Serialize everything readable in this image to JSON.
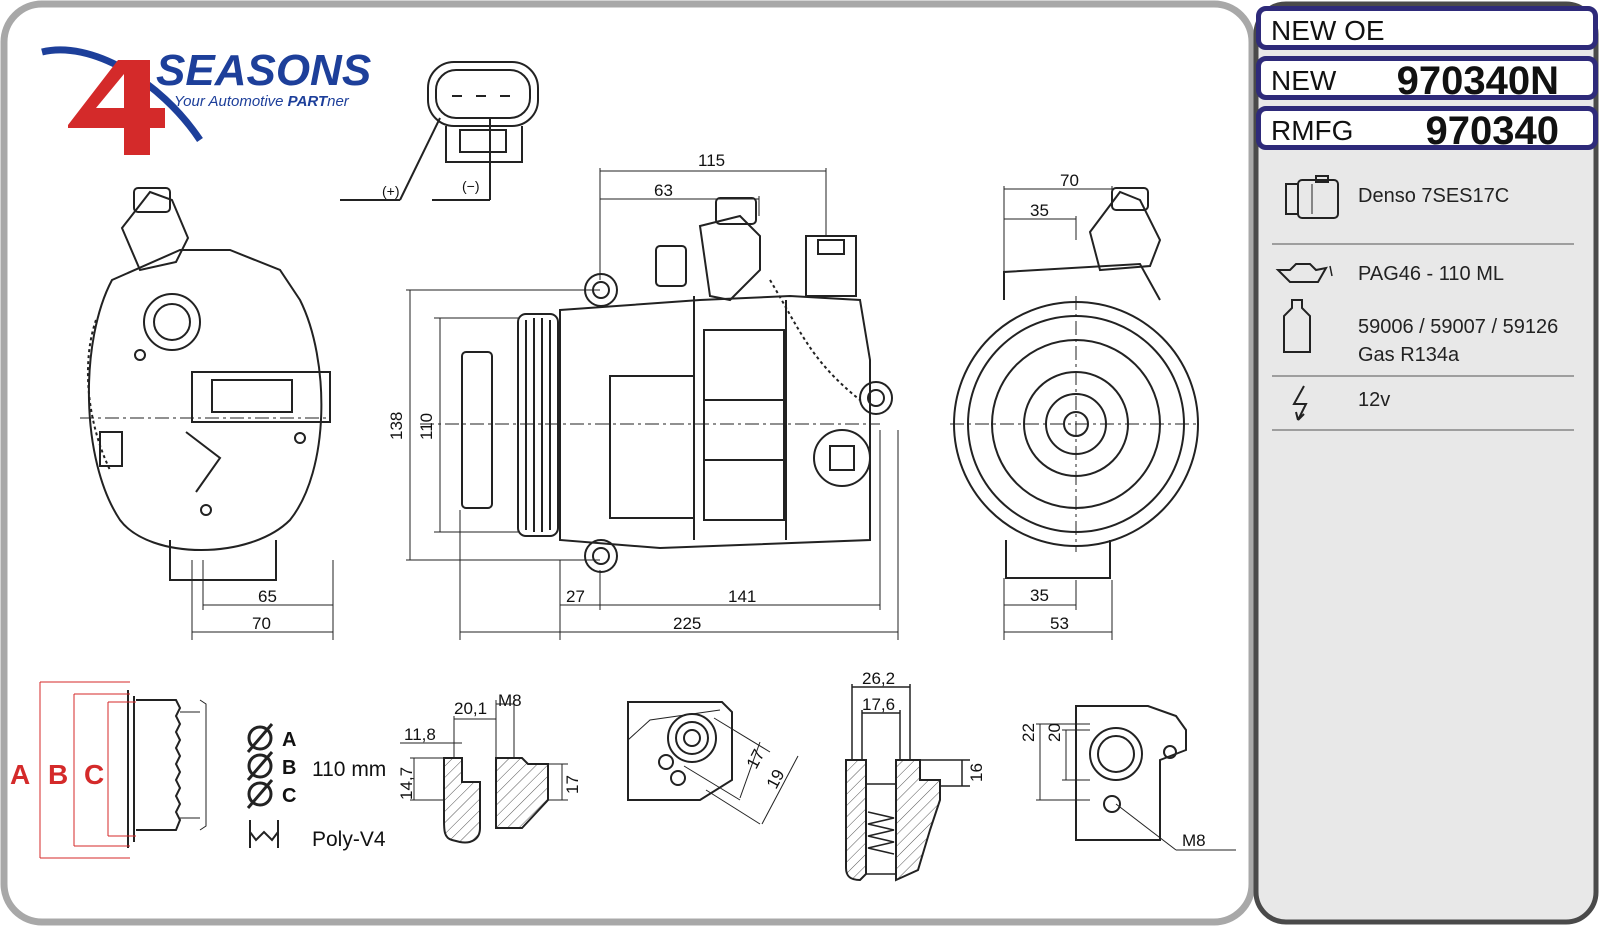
{
  "logo": {
    "brand": "SEASONS",
    "numeral": "4",
    "tagline_pre": "Your Automotive ",
    "tagline_bold": "PART",
    "tagline_post": "ner"
  },
  "connector": {
    "pos": "(+)",
    "neg": "(−)"
  },
  "panel": {
    "new_oe": "NEW OE",
    "new_label": "NEW",
    "new_value": "970340N",
    "rmfg_label": "RMFG",
    "rmfg_value": "970340"
  },
  "specs": [
    {
      "icon": "compressor-icon",
      "text": "Denso 7SES17C"
    },
    {
      "icon": "oil-can-icon",
      "text": "PAG46 - 110 ML"
    },
    {
      "icon": "gas-bottle-icon",
      "text": "59006 / 59007 / 59126",
      "text2": "Gas R134a"
    },
    {
      "icon": "lightning-icon",
      "text": "12v"
    }
  ],
  "dimensions": {
    "d115": "115",
    "d63": "63",
    "d70_top": "70",
    "d35_top": "35",
    "d138": "138",
    "d110": "110",
    "d65": "65",
    "d70_left": "70",
    "d27": "27",
    "d141": "141",
    "d225": "225",
    "d35_bottom": "35",
    "d53": "53"
  },
  "pulley": {
    "a": "A",
    "b": "B",
    "c": "C",
    "diameter": "110 mm",
    "type": "Poly-V4"
  },
  "ports": {
    "p1": {
      "d1": "20,1",
      "d2": "M8",
      "d3": "11,8",
      "d4": "14,7",
      "d5": "17"
    },
    "p2": {
      "d1": "17",
      "d2": "19"
    },
    "p3": {
      "d1": "26,2",
      "d2": "17,6",
      "d3": "16"
    },
    "p4": {
      "d1": "22",
      "d2": "20",
      "d3": "M8"
    }
  },
  "colors": {
    "border": "#a8a8a8",
    "panel_bg": "#e8e8e8",
    "accent_navy": "#2e2a7a",
    "logo_blue": "#1d3f9a",
    "logo_red": "#d42a2a",
    "pulley_red": "#d42a2a"
  }
}
